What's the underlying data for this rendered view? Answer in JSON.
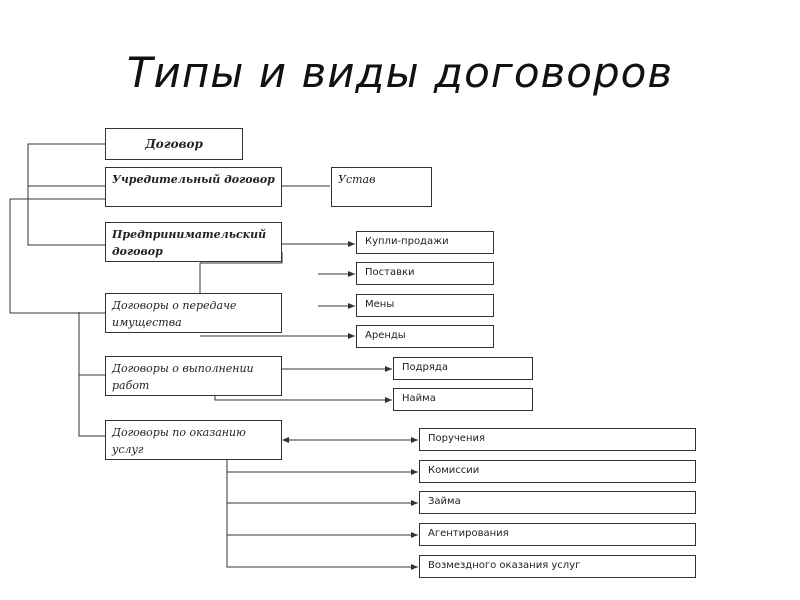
{
  "title": "Типы и виды договоров",
  "nodes": {
    "dogovor": "Договор",
    "uchreditelny": "Учредительный договор",
    "predprinimatelsky": "Предпринимательский договор",
    "peredacha": "Договоры о передаче имущества",
    "vypolnenie": "Договоры о выполнении работ",
    "okazanie": "Договоры по оказанию услуг",
    "ustav": "Устав",
    "kupli_prodazhi": "Купли-продажи",
    "postavki": "Поставки",
    "meny": "Мены",
    "arendy": "Аренды",
    "podryada": "Подряда",
    "naima": "Найма",
    "porucheniya": "Поручения",
    "komissii": "Комиссии",
    "zaima": "Займа",
    "agentirovaniya": "Агентирования",
    "vozmezdnogo": "Возмездного оказания услуг"
  }
}
